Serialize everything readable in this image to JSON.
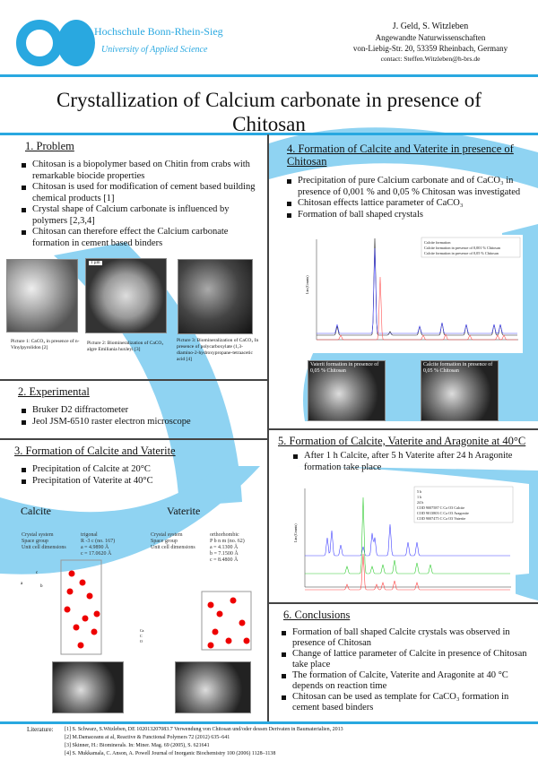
{
  "header": {
    "institution": "Hochschule Bonn-Rhein-Sieg",
    "subtitle": "University of Applied Science",
    "authors": "J. Geld, S. Witzleben",
    "department": "Angewandte Naturwissenschaften",
    "address": "von-Liebig-Str. 20, 53359 Rheinbach, Germany",
    "contact": "contact: Steffen.Witzleben@h-brs.de"
  },
  "title": "Crystallization of Calcium carbonate in presence of Chitosan",
  "colors": {
    "accent": "#29a8e0",
    "arc": "#8fd3f2"
  },
  "problem": {
    "heading": "1. Problem",
    "bullets": [
      "Chitosan is a biopolymer based on Chitin from crabs with remarkable biocide properties",
      "Chitosan is used for modification of cement based building chemical products [1]",
      "Crystal shape of Calcium carbonate is influenced by polymers [2,3,4]",
      "Chitosan can therefore effect the Calcium carbonate formation in cement based binders"
    ],
    "captions": [
      "Picture 1: CaCO₃ in presence of n-Vinylpyrolidon [2]",
      "Picture 2: Biomineralization of CaCO₃ algre Emiliania huxleyi [3]",
      "Picture 3: Biomineralization of CaCO₃ In presence of polycarboxylate (1,3-diamino-2-hydroxypropane-tetraacetic acid [4]"
    ],
    "scale": "1 µm"
  },
  "experimental": {
    "heading": "2. Experimental",
    "bullets": [
      "Bruker D2 diffractometer",
      "Jeol JSM-6510 raster electron microscope"
    ]
  },
  "formation": {
    "heading": "3. Formation of Calcite and Vaterite",
    "bullets": [
      "Precipitation of Calcite at 20°C",
      "Precipitation of Vaterite at 40°C"
    ],
    "calcite": {
      "name": "Calcite",
      "rows": [
        [
          "Crystal system",
          "trigonal"
        ],
        [
          "Space group",
          "R -3 c (no. 167)"
        ],
        [
          "Unit cell dimensions",
          "a = 4.9890 Å"
        ],
        [
          "",
          "c = 17.0620 Å"
        ]
      ]
    },
    "vaterite": {
      "name": "Vaterite",
      "rows": [
        [
          "Crystal system",
          "orthorhombic"
        ],
        [
          "Space group",
          "P b n m (no. 62)"
        ],
        [
          "Unit cell dimensions",
          "a = 4.1300 Å"
        ],
        [
          "",
          "b = 7.1500 Å"
        ],
        [
          "",
          "c = 8.4800 Å"
        ]
      ]
    },
    "axes": [
      "a",
      "b",
      "c"
    ],
    "atoms": [
      "Ca",
      "C",
      "O"
    ]
  },
  "chitosan": {
    "heading": "4. Formation of Calcite and Vaterite in presence of Chitosan",
    "bullets": [
      "Precipitation of pure Calcium carbonate and of CaCO₃ in presence of 0,001 % and 0,05 % Chitosan was investigated",
      "Chitosan effects lattice parameter of CaCO₃",
      "Formation of ball shaped crystals"
    ],
    "legend": [
      "Calcite formation",
      "Calcite formation in presence of 0,001 % Chitosan",
      "Calcite formation in presence of  0,05 % Chitosan"
    ],
    "ylabel": "Lin (Counts)",
    "sem": [
      "Vaterit  formation  in presence of 0,05 % Chitosan",
      "Calcite  formation  in presence of 0,05 % Chitosan"
    ]
  },
  "aragonite": {
    "heading": "5. Formation of Calcite, Vaterite and Aragonite at 40°C",
    "bullets": [
      "After 1 h Calcite, after 5 h Vaterite after 24 h Aragonite formation take place"
    ],
    "legend": [
      "5 h",
      "1 h",
      "24 h",
      "COD 9007587 C Ca O3 Calcite",
      "COD 9013803 C Ca O3 Aragonite",
      "COD 9007475 C Ca O3 Vaterite"
    ],
    "ylabel": "Lin (Counts)"
  },
  "conclusions": {
    "heading": "6. Conclusions",
    "bullets": [
      "Formation of ball shaped Calcite crystals was observed  in presence of Chitosan",
      "Change of lattice parameter of Calcite in presence of Chitosan take place",
      "The formation of Calcite, Vaterite and Aragonite at  40 °C depends on reaction time",
      "Chitosan can be used as template for CaCO₃ formation in cement based binders"
    ]
  },
  "literature": {
    "label": "Literature:",
    "refs": [
      "[1] S. Schwarz, S.Witzleben, DE 102013207083.7 Verwendung von Chitosan und/oder dessen Derivaten in Baumaterialien, 2013",
      "[2] M.Damaceanu at al, Reactive & Functional Polymers 72 (2012) 635–641",
      "[3] Skinner, H.: Biominerals. In: Miner. Mag. 69 (2005), S. 621641",
      "[4] S. Mukkamala, C. Anson, A. Powell Journal of Inorganic Biochemistry 100 (2006) 1128–1138"
    ]
  }
}
